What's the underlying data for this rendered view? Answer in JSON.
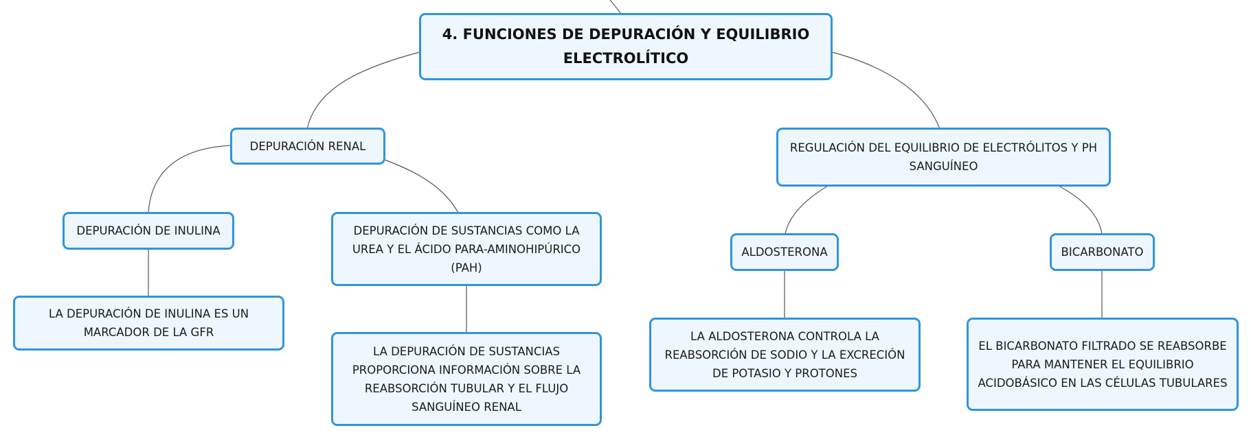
{
  "diagram": {
    "root": {
      "label": "4. FUNCIONES DE DEPURACIÓN Y EQUILIBRIO ELECTROLÍTICO"
    },
    "branches": [
      {
        "label": "DEPURACIÓN RENAL",
        "children": [
          {
            "label": "DEPURACIÓN DE INULINA",
            "detail": "LA DEPURACIÓN DE INULINA ES UN MARCADOR DE LA GFR"
          },
          {
            "label": "DEPURACIÓN DE SUSTANCIAS COMO LA UREA Y EL ÁCIDO PARA-AMINOHIPÚRICO (PAH)",
            "detail": "LA DEPURACIÓN DE SUSTANCIAS PROPORCIONA INFORMACIÓN SOBRE LA REABSORCIÓN TUBULAR Y EL FLUJO SANGUÍNEO RENAL"
          }
        ]
      },
      {
        "label": "REGULACIÓN DEL EQUILIBRIO DE ELECTRÓLITOS Y PH SANGUÍNEO",
        "children": [
          {
            "label": "ALDOSTERONA",
            "detail": "LA ALDOSTERONA CONTROLA LA REABSORCIÓN DE SODIO Y LA EXCRECIÓN DE POTASIO Y PROTONES"
          },
          {
            "label": "BICARBONATO",
            "detail": "EL BICARBONATO FILTRADO SE REABSORBE PARA MANTENER EL EQUILIBRIO ACIDOBÁSICO EN LAS CÉLULAS TUBULARES"
          }
        ]
      }
    ]
  },
  "colors": {
    "node_border": "#2f95dc",
    "node_fill": "#eef7fd",
    "connector": "#555555",
    "text": "#1a1a1a"
  }
}
